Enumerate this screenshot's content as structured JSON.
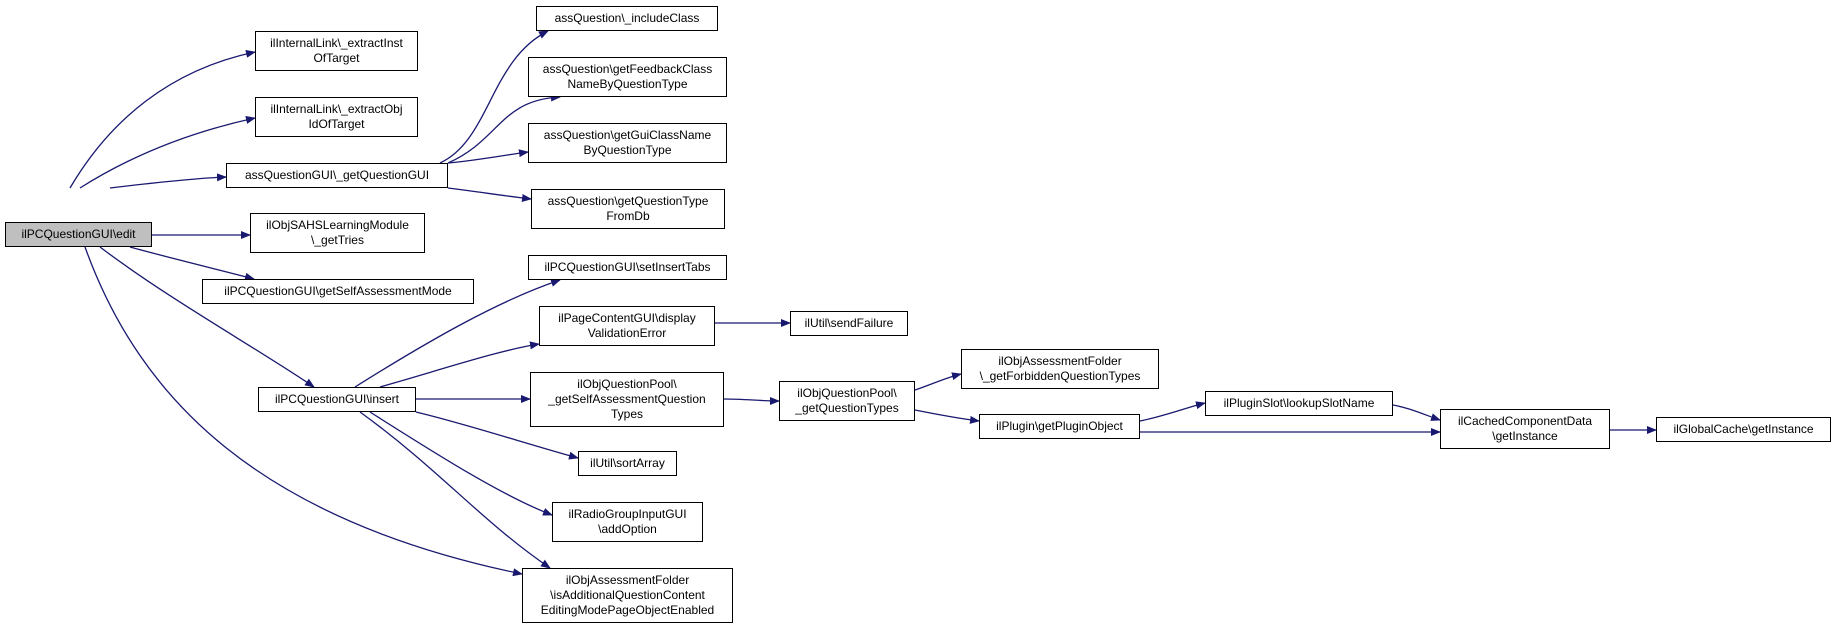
{
  "diagram": {
    "edge_color": "#191970",
    "root_fill": "#bfbfbf",
    "node_fill": "#ffffff",
    "nodes": [
      {
        "id": "n0",
        "label": "ilPCQuestionGUI\\edit"
      },
      {
        "id": "n1",
        "label": "ilInternalLink\\_extractInst\nOfTarget"
      },
      {
        "id": "n2",
        "label": "ilInternalLink\\_extractObj\nIdOfTarget"
      },
      {
        "id": "n3",
        "label": "assQuestionGUI\\_getQuestionGUI"
      },
      {
        "id": "n4",
        "label": "ilObjSAHSLearningModule\n\\_getTries"
      },
      {
        "id": "n5",
        "label": "ilPCQuestionGUI\\getSelfAssessmentMode"
      },
      {
        "id": "n6",
        "label": "ilPCQuestionGUI\\insert"
      },
      {
        "id": "n7",
        "label": "assQuestion\\_includeClass"
      },
      {
        "id": "n8",
        "label": "assQuestion\\getFeedbackClass\nNameByQuestionType"
      },
      {
        "id": "n9",
        "label": "assQuestion\\getGuiClassName\nByQuestionType"
      },
      {
        "id": "n10",
        "label": "assQuestion\\getQuestionType\nFromDb"
      },
      {
        "id": "n11",
        "label": "ilPCQuestionGUI\\setInsertTabs"
      },
      {
        "id": "n12",
        "label": "ilPageContentGUI\\display\nValidationError"
      },
      {
        "id": "n13",
        "label": "ilObjQuestionPool\\\n_getSelfAssessmentQuestion\nTypes"
      },
      {
        "id": "n14",
        "label": "ilUtil\\sortArray"
      },
      {
        "id": "n15",
        "label": "ilRadioGroupInputGUI\n\\addOption"
      },
      {
        "id": "n16",
        "label": "ilObjAssessmentFolder\n\\isAdditionalQuestionContent\nEditingModePageObjectEnabled"
      },
      {
        "id": "n17",
        "label": "ilUtil\\sendFailure"
      },
      {
        "id": "n18",
        "label": "ilObjQuestionPool\\\n_getQuestionTypes"
      },
      {
        "id": "n19",
        "label": "ilObjAssessmentFolder\n\\_getForbiddenQuestionTypes"
      },
      {
        "id": "n20",
        "label": "ilPlugin\\getPluginObject"
      },
      {
        "id": "n21",
        "label": "ilPluginSlot\\lookupSlotName"
      },
      {
        "id": "n22",
        "label": "ilCachedComponentData\n\\getInstance"
      },
      {
        "id": "n23",
        "label": "ilGlobalCache\\getInstance"
      }
    ],
    "edges": [
      {
        "from": "n0",
        "to": "n1"
      },
      {
        "from": "n0",
        "to": "n2"
      },
      {
        "from": "n0",
        "to": "n3"
      },
      {
        "from": "n0",
        "to": "n4"
      },
      {
        "from": "n0",
        "to": "n5"
      },
      {
        "from": "n0",
        "to": "n6"
      },
      {
        "from": "n0",
        "to": "n16"
      },
      {
        "from": "n3",
        "to": "n7"
      },
      {
        "from": "n3",
        "to": "n8"
      },
      {
        "from": "n3",
        "to": "n9"
      },
      {
        "from": "n3",
        "to": "n10"
      },
      {
        "from": "n6",
        "to": "n11"
      },
      {
        "from": "n6",
        "to": "n12"
      },
      {
        "from": "n6",
        "to": "n13"
      },
      {
        "from": "n6",
        "to": "n14"
      },
      {
        "from": "n6",
        "to": "n15"
      },
      {
        "from": "n6",
        "to": "n16"
      },
      {
        "from": "n12",
        "to": "n17"
      },
      {
        "from": "n13",
        "to": "n18"
      },
      {
        "from": "n18",
        "to": "n19"
      },
      {
        "from": "n18",
        "to": "n20"
      },
      {
        "from": "n20",
        "to": "n21"
      },
      {
        "from": "n20",
        "to": "n22"
      },
      {
        "from": "n21",
        "to": "n22"
      },
      {
        "from": "n22",
        "to": "n23"
      }
    ]
  }
}
